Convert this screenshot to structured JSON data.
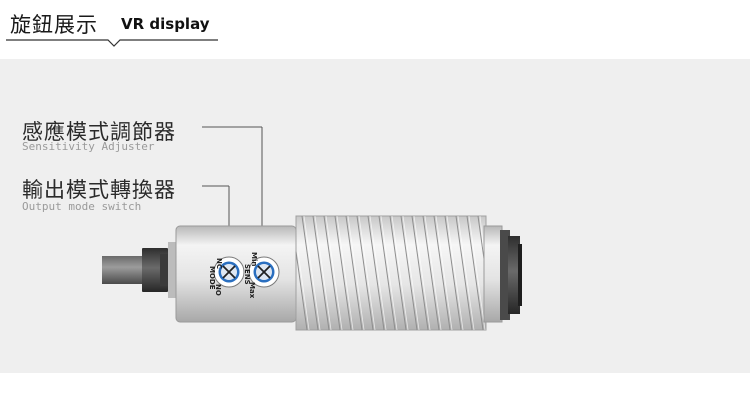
{
  "header": {
    "title_zh": "旋鈕展示",
    "title_en": "VR display"
  },
  "labels": [
    {
      "zh": "感應模式調節器",
      "en": "Sensitivity Adjuster"
    },
    {
      "zh": "輸出模式轉換器",
      "en": "Output mode switch"
    }
  ],
  "dial_mode": {
    "left": "NC",
    "mid": "MODE",
    "right": "NO"
  },
  "dial_sens": {
    "left": "Min",
    "mid": "SENS",
    "right": "Max"
  },
  "colors": {
    "panel": "#efefef",
    "knob_blue": "#2a6fc0",
    "body": "#e2e2e2"
  }
}
